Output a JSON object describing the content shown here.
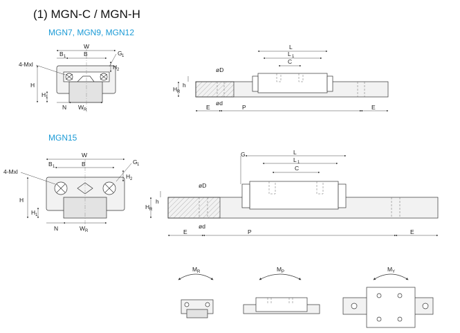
{
  "section_a": {
    "title": "(1) MGN-C / MGN-H",
    "models": "MGN7, MGN9, MGN12"
  },
  "section_b": {
    "models": "MGN15"
  },
  "labels": {
    "W": "W",
    "B": "B",
    "B1": "B",
    "B1_sub": "1",
    "G1": "G",
    "G1_sub": "1",
    "H2": "H",
    "H2_sub": "2",
    "H": "H",
    "H1": "H",
    "H1_sub": "1",
    "N": "N",
    "WR": "W",
    "WR_sub": "R",
    "Mxl": "4-Mxl",
    "L": "L",
    "L1": "L",
    "L1_sub": "1",
    "C": "C",
    "D": "øD",
    "d": "ød",
    "h": "h",
    "HR": "H",
    "HR_sub": "R",
    "E": "E",
    "P": "P",
    "G": "G",
    "MR": "M",
    "MR_sub": "R",
    "MP": "M",
    "MP_sub": "P",
    "MY": "M",
    "MY_sub": "Y"
  },
  "colors": {
    "accent": "#1a9ad6",
    "line": "#333333",
    "fill": "#e3e3e3"
  }
}
